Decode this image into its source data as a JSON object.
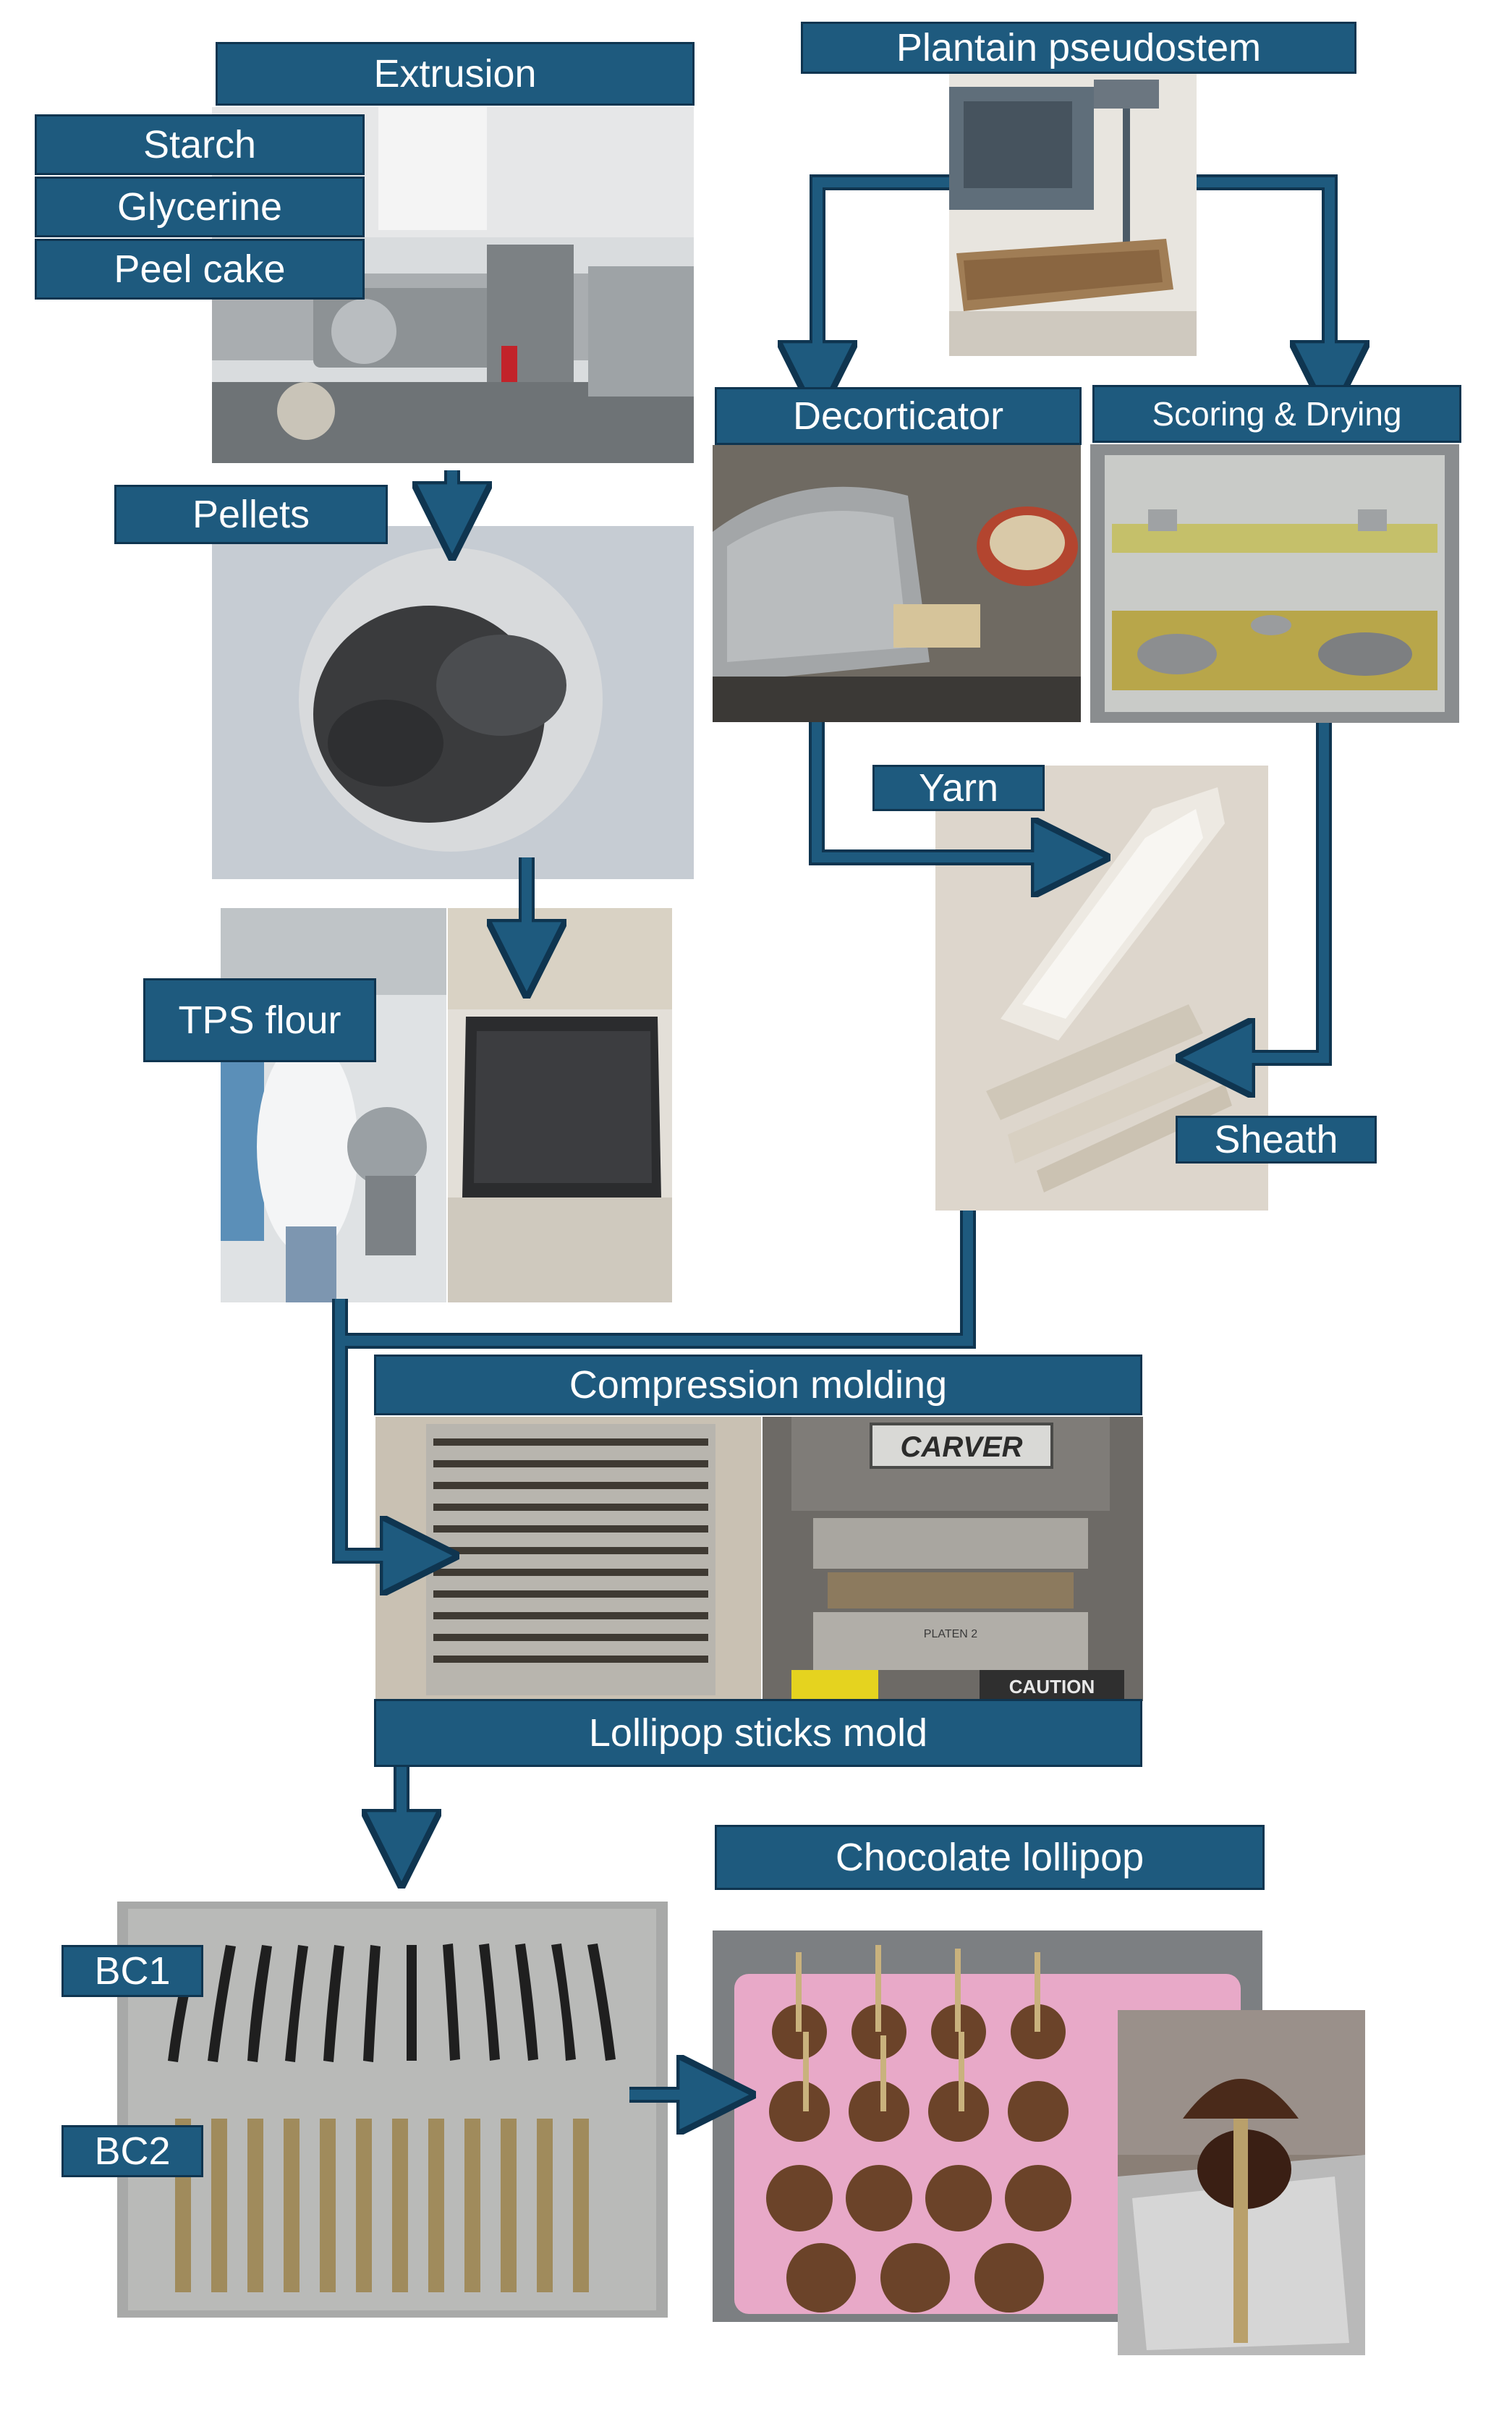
{
  "labels": {
    "extrusion": "Extrusion",
    "starch": "Starch",
    "glycerine": "Glycerine",
    "peel_cake": "Peel cake",
    "pellets": "Pellets",
    "tps_flour": "TPS flour",
    "plantain_pseudostem": "Plantain pseudostem",
    "decorticator": "Decorticator",
    "scoring_drying": "Scoring & Drying",
    "yarn": "Yarn",
    "sheath": "Sheath",
    "compression_molding": "Compression molding",
    "lollipop_sticks_mold": "Lollipop sticks mold",
    "bc1": "BC1",
    "bc2": "BC2",
    "chocolate_lollipop": "Chocolate lollipop"
  },
  "photo_text": {
    "carver": "CARVER",
    "platen": "PLATEN 2",
    "caution": "CAUTION"
  },
  "colors": {
    "label_fill": "#1e5a7e",
    "label_border": "#0f3550",
    "arrow": "#1e5a7e"
  }
}
